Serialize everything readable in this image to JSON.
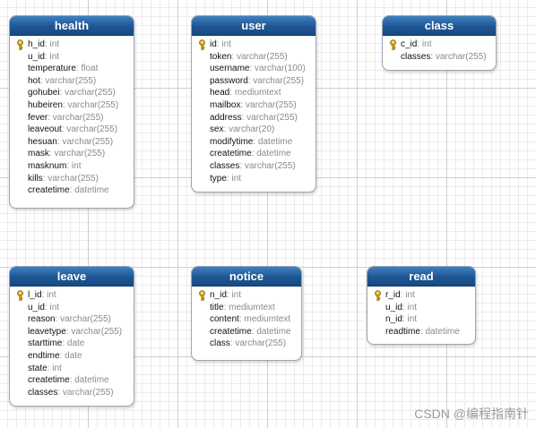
{
  "tables": [
    {
      "name": "health",
      "fields": [
        {
          "name": "h_id",
          "type": "int",
          "primary": true
        },
        {
          "name": "u_id",
          "type": "int"
        },
        {
          "name": "temperature",
          "type": "float"
        },
        {
          "name": "hot",
          "type": "varchar(255)"
        },
        {
          "name": "gohubei",
          "type": "varchar(255)"
        },
        {
          "name": "hubeiren",
          "type": "varchar(255)"
        },
        {
          "name": "fever",
          "type": "varchar(255)"
        },
        {
          "name": "leaveout",
          "type": "varchar(255)"
        },
        {
          "name": "hesuan",
          "type": "varchar(255)"
        },
        {
          "name": "mask",
          "type": "varchar(255)"
        },
        {
          "name": "masknum",
          "type": "int"
        },
        {
          "name": "kills",
          "type": "varchar(255)"
        },
        {
          "name": "createtime",
          "type": "datetime"
        }
      ]
    },
    {
      "name": "user",
      "fields": [
        {
          "name": "id",
          "type": "int",
          "primary": true
        },
        {
          "name": "token",
          "type": "varchar(255)"
        },
        {
          "name": "username",
          "type": "varchar(100)"
        },
        {
          "name": "password",
          "type": "varchar(255)"
        },
        {
          "name": "head",
          "type": "mediumtext"
        },
        {
          "name": "mailbox",
          "type": "varchar(255)"
        },
        {
          "name": "address",
          "type": "varchar(255)"
        },
        {
          "name": "sex",
          "type": "varchar(20)"
        },
        {
          "name": "modifytime",
          "type": "datetime"
        },
        {
          "name": "createtime",
          "type": "datetime"
        },
        {
          "name": "classes",
          "type": "varchar(255)"
        },
        {
          "name": "type",
          "type": "int"
        }
      ]
    },
    {
      "name": "class",
      "fields": [
        {
          "name": "c_id",
          "type": "int",
          "primary": true
        },
        {
          "name": "classes",
          "type": "varchar(255)"
        }
      ]
    },
    {
      "name": "leave",
      "fields": [
        {
          "name": "l_id",
          "type": "int",
          "primary": true
        },
        {
          "name": "u_id",
          "type": "int"
        },
        {
          "name": "reason",
          "type": "varchar(255)"
        },
        {
          "name": "leavetype",
          "type": "varchar(255)"
        },
        {
          "name": "starttime",
          "type": "date"
        },
        {
          "name": "endtime",
          "type": "date"
        },
        {
          "name": "state",
          "type": "int"
        },
        {
          "name": "createtime",
          "type": "datetime"
        },
        {
          "name": "classes",
          "type": "varchar(255)"
        }
      ]
    },
    {
      "name": "notice",
      "fields": [
        {
          "name": "n_id",
          "type": "int",
          "primary": true
        },
        {
          "name": "title",
          "type": "mediumtext"
        },
        {
          "name": "content",
          "type": "mediumtext"
        },
        {
          "name": "createtime",
          "type": "datetime"
        },
        {
          "name": "class",
          "type": "varchar(255)"
        }
      ]
    },
    {
      "name": "read",
      "fields": [
        {
          "name": "r_id",
          "type": "int",
          "primary": true
        },
        {
          "name": "u_id",
          "type": "int"
        },
        {
          "name": "n_id",
          "type": "int"
        },
        {
          "name": "readtime",
          "type": "datetime"
        }
      ]
    }
  ],
  "watermark": "CSDN @编程指南针",
  "colors": {
    "header": "#1e5694",
    "key_icon": "#d9a514"
  }
}
